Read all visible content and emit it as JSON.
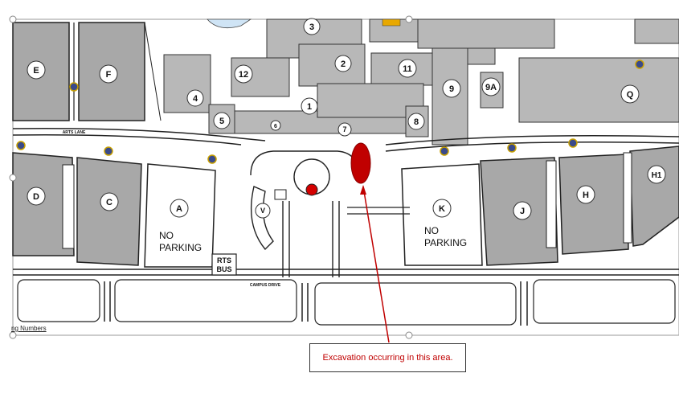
{
  "map": {
    "buildings": [
      {
        "id": "b1",
        "label": "1"
      },
      {
        "id": "b2",
        "label": "2"
      },
      {
        "id": "b3",
        "label": "3"
      },
      {
        "id": "b4",
        "label": "4"
      },
      {
        "id": "b5",
        "label": "5"
      },
      {
        "id": "b6",
        "label": "6"
      },
      {
        "id": "b7",
        "label": "7"
      },
      {
        "id": "b8",
        "label": "8"
      },
      {
        "id": "b9",
        "label": "9"
      },
      {
        "id": "b9a",
        "label": "9A"
      },
      {
        "id": "b11",
        "label": "11"
      },
      {
        "id": "b12",
        "label": "12"
      }
    ],
    "lots": [
      {
        "id": "lotE",
        "label": "E"
      },
      {
        "id": "lotF",
        "label": "F"
      },
      {
        "id": "lotD",
        "label": "D"
      },
      {
        "id": "lotC",
        "label": "C"
      },
      {
        "id": "lotA",
        "label": "A"
      },
      {
        "id": "lotV",
        "label": "V"
      },
      {
        "id": "lotK",
        "label": "K"
      },
      {
        "id": "lotJ",
        "label": "J"
      },
      {
        "id": "lotH",
        "label": "H"
      },
      {
        "id": "lotH1",
        "label": "H1"
      },
      {
        "id": "lotQ",
        "label": "Q"
      }
    ],
    "no_parking_1": "NO",
    "no_parking_2": "PARKING",
    "rts_1": "RTS",
    "rts_2": "BUS",
    "campus_drive": "CAMPUS DRIVE",
    "arts_lane": "ARTS LANE",
    "legend_fragment": "ng Numbers"
  },
  "callout": {
    "text": "Excavation occurring in this area."
  },
  "colors": {
    "building": "#b5b5b5",
    "lot": "#a8a8a8",
    "marker": "#c00000",
    "line": "#c00000",
    "outline": "#222222"
  }
}
